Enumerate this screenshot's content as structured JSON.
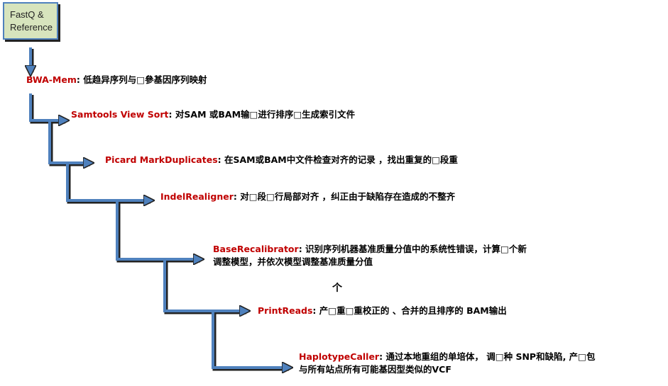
{
  "start_box": {
    "line1": "FastQ &",
    "line2": "Reference"
  },
  "steps": [
    {
      "tool": "BWA-Mem",
      "desc": ": 低趋异序列与□參基因序列映射"
    },
    {
      "tool": "Samtools View Sort",
      "desc": ":  对SAM 或BAM输□进行排序□生成索引文件"
    },
    {
      "tool": "Picard MarkDuplicates",
      "desc": ": 在SAM或BAM中文件检查对齐的记录    ，找出重复的□段重"
    },
    {
      "tool": "IndelRealigner",
      "desc": ": 对□段□行局部对齐      ，纠正由于缺陷存在造成的不整齐"
    },
    {
      "tool": "BaseRecalibrator",
      "desc": ": 识别序列机器基准质量分值中的系统性错误，计算□个新",
      "desc2": "调整模型，并依次模型调整基准质量分值"
    },
    {
      "tool": "PrintReads",
      "desc": ": 产□重□重校正的       、合并的且排序的 BAM输出"
    },
    {
      "tool": "HaplotypeCaller",
      "desc": ": 通过本地重组的单培体，  调□种    SNP和缺陷, 产□包",
      "desc2": "与所有站点所有可能基因型类似的VCF"
    }
  ],
  "stray_char": "个",
  "colors": {
    "arrow": "#4f81bd",
    "tool": "#c00000",
    "box": "#d7e4bd"
  }
}
